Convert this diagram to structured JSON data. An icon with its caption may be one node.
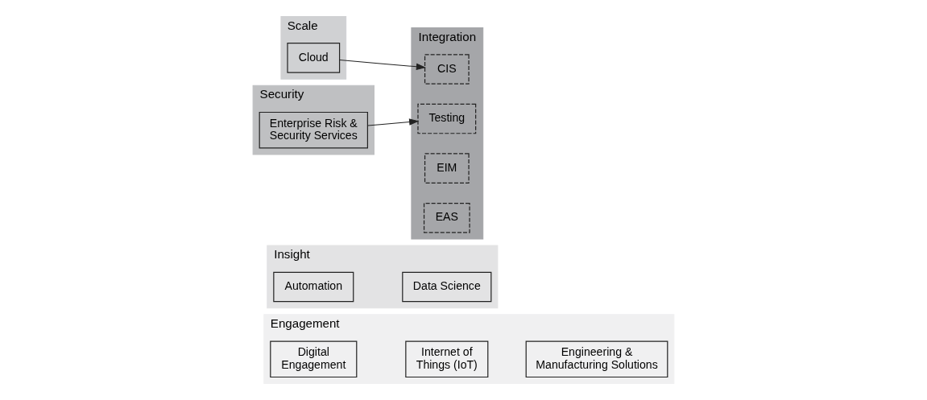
{
  "diagram": {
    "nodes": [
      {
        "text": [
          "Engagement"
        ]
      },
      {
        "text": [
          "Digital Engagement"
        ],
        "in": 0
      },
      {
        "text": [
          "Internet of Things (IoT)"
        ],
        "in": 0
      },
      {
        "text": [
          "Engineering & Manufacturing Solutions"
        ],
        "in": 0
      },
      {
        "text": [
          "Insight"
        ]
      },
      {
        "text": [
          "Automation"
        ],
        "in": 4
      },
      {
        "text": [
          "Data Science"
        ],
        "in": 4
      },
      {
        "text": [
          "Scale"
        ]
      },
      {
        "text": [
          "Cloud"
        ],
        "in": 7
      },
      {
        "text": [
          "Security"
        ]
      },
      {
        "text": [
          "Enterprise Risk & Security Services"
        ],
        "in": 9
      },
      {
        "text": [
          "Integration"
        ]
      },
      {
        "text": [
          "EAS"
        ],
        "in": 11
      },
      {
        "text": [
          "EIM"
        ],
        "in": 11
      },
      {
        "text": [
          "CIS"
        ],
        "in": 11
      },
      {
        "text": [
          "Testing"
        ],
        "in": 11
      }
    ],
    "edges": [
      {
        "from": 8,
        "to": 14,
        "arrow": "to"
      },
      {
        "from": 10,
        "to": 15,
        "arrow": "to"
      }
    ]
  }
}
